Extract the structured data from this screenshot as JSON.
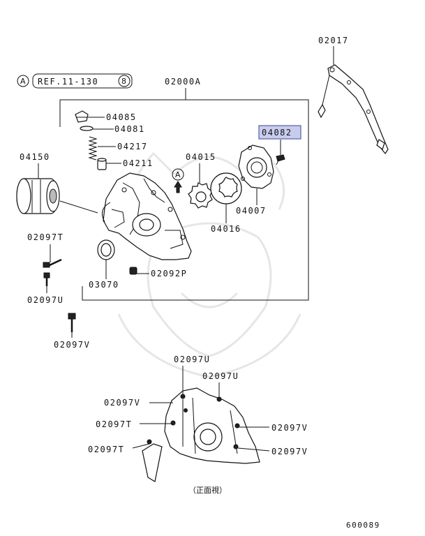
{
  "diagram": {
    "reference": {
      "circle_letter": "A",
      "text": "REF.11-130",
      "circle_number": "8"
    },
    "assembly_label": "02000A",
    "arrow_marker": "A",
    "highlight_color": "#c8ccec",
    "parts": {
      "p02017": "02017",
      "p04085": "04085",
      "p04081": "04081",
      "p04217": "04217",
      "p04211": "04211",
      "p04150": "04150",
      "p04015": "04015",
      "p04016": "04016",
      "p04007": "04007",
      "p04082": "04082",
      "p02097T_a": "02097T",
      "p02097U_a": "02097U",
      "p02097V_a": "02097V",
      "p03070": "03070",
      "p02092P": "02092P"
    },
    "front_view": {
      "labels": {
        "u1": "02097U",
        "u2": "02097U",
        "v_left": "02097V",
        "t_left1": "02097T",
        "t_left2": "02097T",
        "v_right1": "02097V",
        "v_right2": "02097V"
      },
      "caption": "（正面視）"
    },
    "drawing_number": "600089"
  }
}
